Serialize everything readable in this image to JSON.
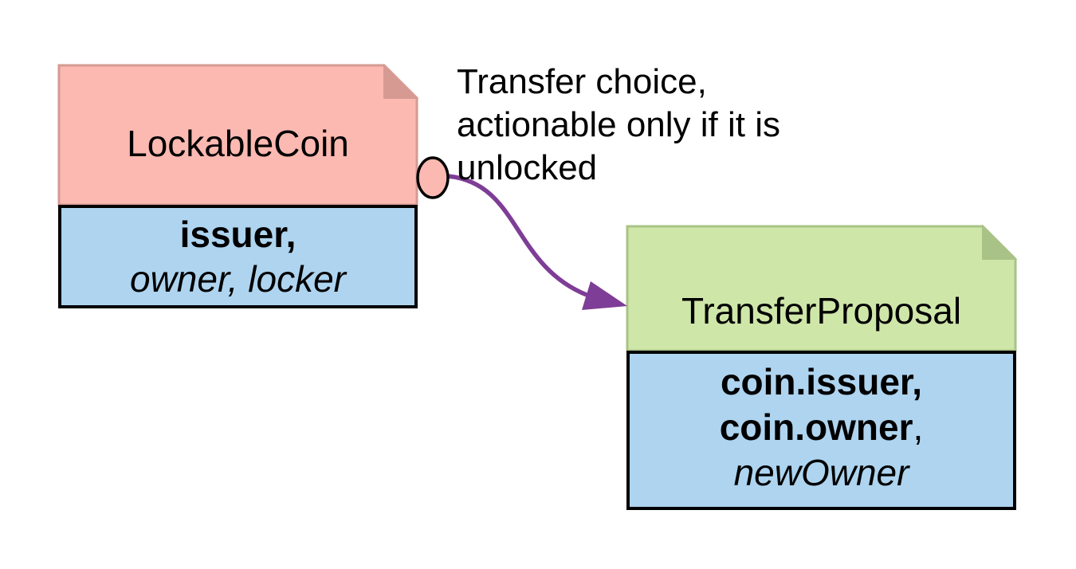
{
  "colors": {
    "pink": "#fbb9b1",
    "pink_dark": "#d69a92",
    "green": "#cfe6a9",
    "green_dark": "#a9c386",
    "blue": "#aed4ef",
    "purple": "#7e3d96",
    "outline": "#000000"
  },
  "diagram": {
    "lockable_coin": {
      "title": "LockableCoin",
      "members": {
        "line1_bold": "issuer,",
        "line2_italic": "owner, locker"
      }
    },
    "transfer_proposal": {
      "title": "TransferProposal",
      "members": {
        "line1_bold": "coin.issuer,",
        "line2_bold": "coin.owner",
        "line2_suffix": ",",
        "line3_italic": "newOwner"
      }
    },
    "annotation": {
      "line1": "Transfer choice,",
      "line2": "actionable only if it is",
      "line3": "unlocked"
    }
  }
}
